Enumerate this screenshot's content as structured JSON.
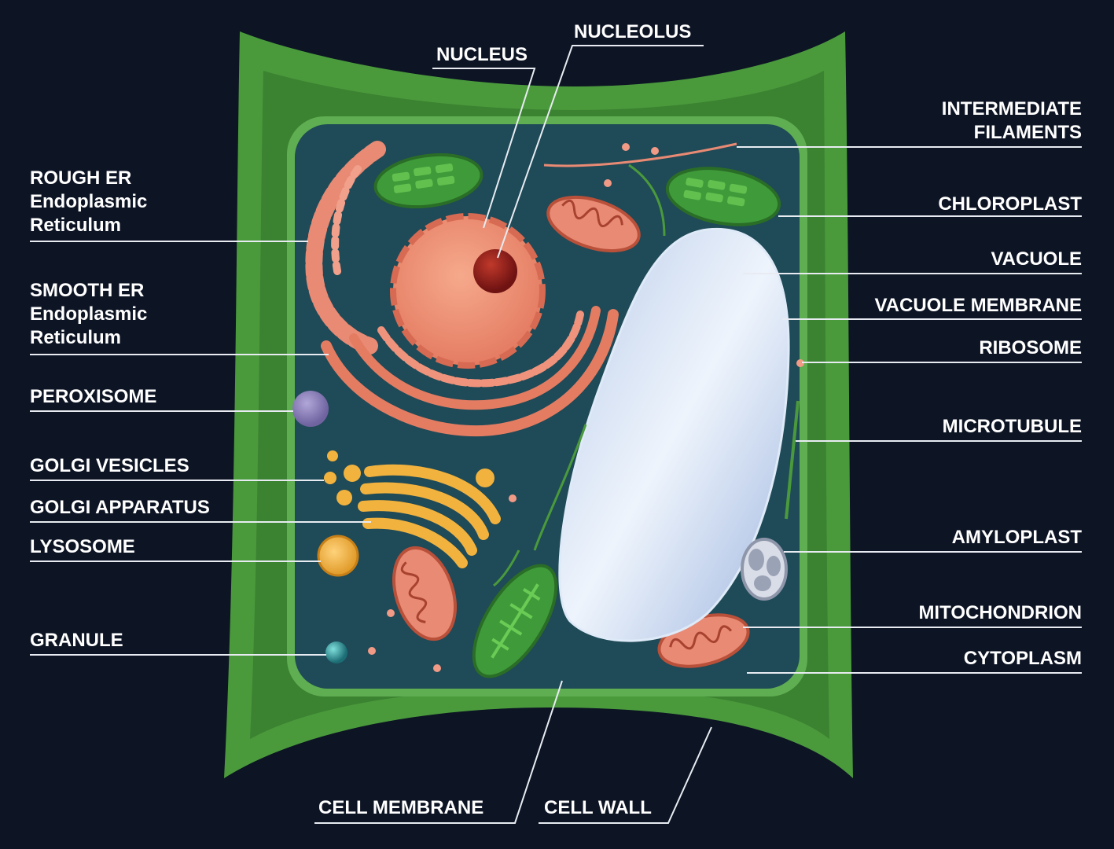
{
  "diagram": {
    "colors": {
      "background": "#0d1424",
      "cell_wall": "#4a9a3c",
      "cytoplasm": "#1f4a57",
      "organelle_orange": "#e98a74",
      "golgi": "#f2b23e",
      "vacuole": "#cfe0f5",
      "peroxisome": "#8c80b8",
      "granule": "#2e9aa0"
    }
  },
  "labels": {
    "nucleus": "NUCLEUS",
    "nucleolus": "NUCLEOLUS",
    "intermediate_filaments": [
      "INTERMEDIATE",
      "FILAMENTS"
    ],
    "rough_er": [
      "ROUGH ER",
      "Endoplasmic",
      "Reticulum"
    ],
    "chloroplast": "CHLOROPLAST",
    "vacuole": "VACUOLE",
    "smooth_er": [
      "SMOOTH ER",
      "Endoplasmic",
      "Reticulum"
    ],
    "vacuole_membrane": "VACUOLE MEMBRANE",
    "ribosome": "RIBOSOME",
    "peroxisome": "PEROXISOME",
    "microtubule": "MICROTUBULE",
    "golgi_vesicles": "GOLGI VESICLES",
    "golgi_apparatus": "GOLGI APPARATUS",
    "lysosome": "LYSOSOME",
    "amyloplast": "AMYLOPLAST",
    "mitochondrion": "MITOCHONDRION",
    "granule": "GRANULE",
    "cytoplasm": "CYTOPLASM",
    "cell_membrane": "CELL MEMBRANE",
    "cell_wall": "CELL WALL"
  }
}
